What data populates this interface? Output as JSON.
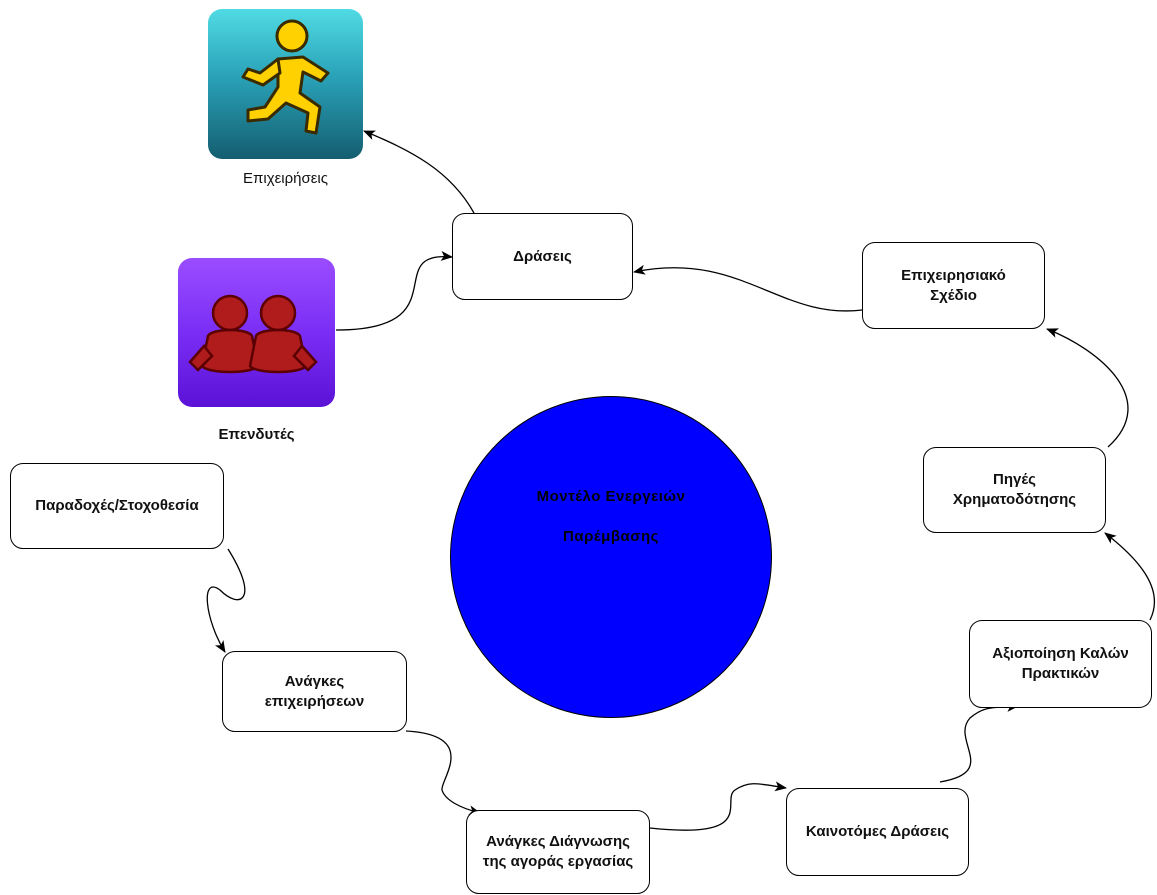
{
  "center": {
    "line1": "Μοντέλο Ενεργειών",
    "line2": "Παρέμβασης",
    "fill_color": "#0000ff"
  },
  "actors": {
    "businesses": {
      "caption": "Επιχειρήσεις",
      "icon": "running-man-icon",
      "colors": [
        "#4fd6e0",
        "#1a6f80"
      ]
    },
    "investors": {
      "caption": "Επενδυτές",
      "icon": "people-icon",
      "colors": [
        "#8a3dff",
        "#5a10d0"
      ]
    }
  },
  "nodes": {
    "actions": "Δράσεις",
    "business_plan": [
      "Επιχειρησιακό",
      "Σχέδιο"
    ],
    "funding": [
      "Πηγές",
      "Χρηματοδότησης"
    ],
    "best_practices": [
      "Αξιοποίηση Καλών",
      "Πρακτικών"
    ],
    "innovative": "Καινοτόμες Δράσεις",
    "labour_market": [
      "Ανάγκες Διάγνωσης",
      "της αγοράς εργασίας"
    ],
    "business_needs": [
      "Ανάγκες",
      "επιχειρήσεων"
    ],
    "assumptions": "Παραδοχές/Στοχοθεσία"
  }
}
